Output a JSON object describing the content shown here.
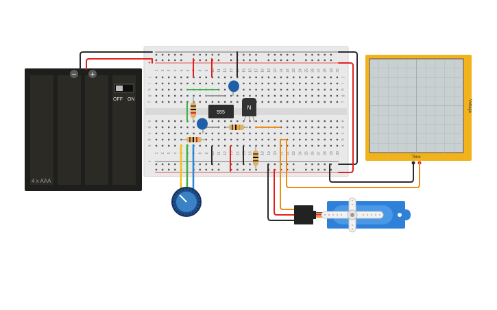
{
  "battery": {
    "label": "4 x AAA",
    "switch_off": "OFF",
    "switch_on": "ON",
    "minus": "−",
    "plus": "+"
  },
  "breadboard": {
    "column_numbers": [
      "1",
      "2",
      "3",
      "4",
      "5",
      "6",
      "7",
      "8",
      "9",
      "10",
      "11",
      "12",
      "13",
      "14",
      "15",
      "16",
      "17",
      "18",
      "19",
      "20",
      "21",
      "22",
      "23",
      "24",
      "25",
      "26",
      "27",
      "28",
      "29",
      "30"
    ],
    "rows_top": [
      "j",
      "i",
      "h",
      "g",
      "f"
    ],
    "rows_bottom": [
      "e",
      "d",
      "c",
      "b",
      "a"
    ],
    "rail_plus": "+",
    "rail_minus": "−"
  },
  "chip": {
    "label": "555"
  },
  "transistor": {
    "label": "N"
  },
  "oscilloscope": {
    "y_label": "Voltage",
    "x_label": "Time"
  },
  "colors": {
    "wire_red": "#e02020",
    "wire_black": "#2a2a2a",
    "wire_orange": "#f08a12",
    "wire_green": "#3bb34a",
    "wire_yellow": "#f0c419",
    "wire_blue": "#2b87d8",
    "scope_frame": "#f2b21c",
    "servo_blue": "#2e80d8",
    "cap_blue": "#1f5fa8"
  }
}
